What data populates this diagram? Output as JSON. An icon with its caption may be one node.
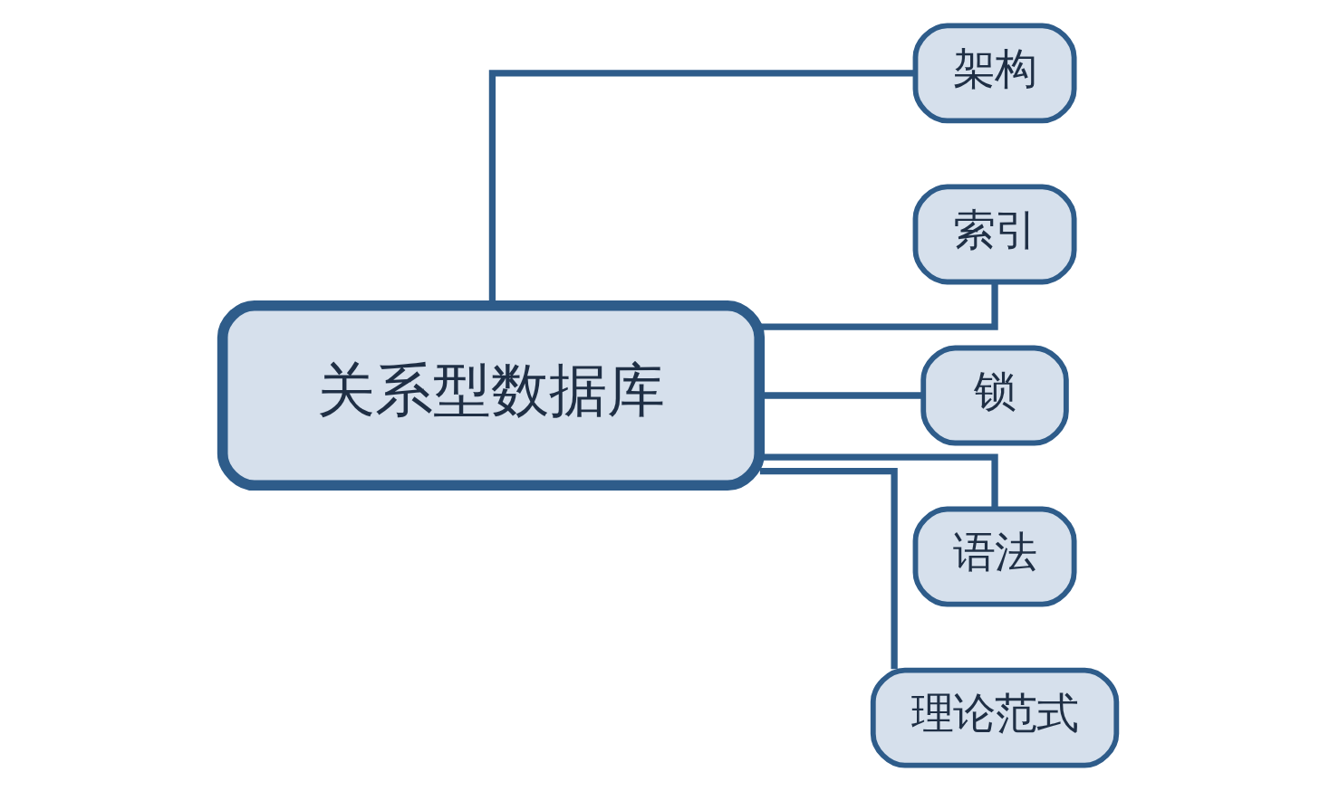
{
  "diagram": {
    "nodes": [
      {
        "text": [
          "关系型数据库"
        ]
      },
      {
        "text": [
          "架构"
        ]
      },
      {
        "text": [
          "索引"
        ]
      },
      {
        "text": [
          "锁"
        ]
      },
      {
        "text": [
          "语法"
        ]
      },
      {
        "text": [
          "理论范式"
        ]
      }
    ],
    "edges": [
      {
        "from": 0,
        "to": 1,
        "arrow": "none"
      },
      {
        "from": 0,
        "to": 2,
        "arrow": "none"
      },
      {
        "from": 0,
        "to": 3,
        "arrow": "none"
      },
      {
        "from": 0,
        "to": 4,
        "arrow": "none"
      },
      {
        "from": 0,
        "to": 5,
        "arrow": "none"
      }
    ]
  }
}
